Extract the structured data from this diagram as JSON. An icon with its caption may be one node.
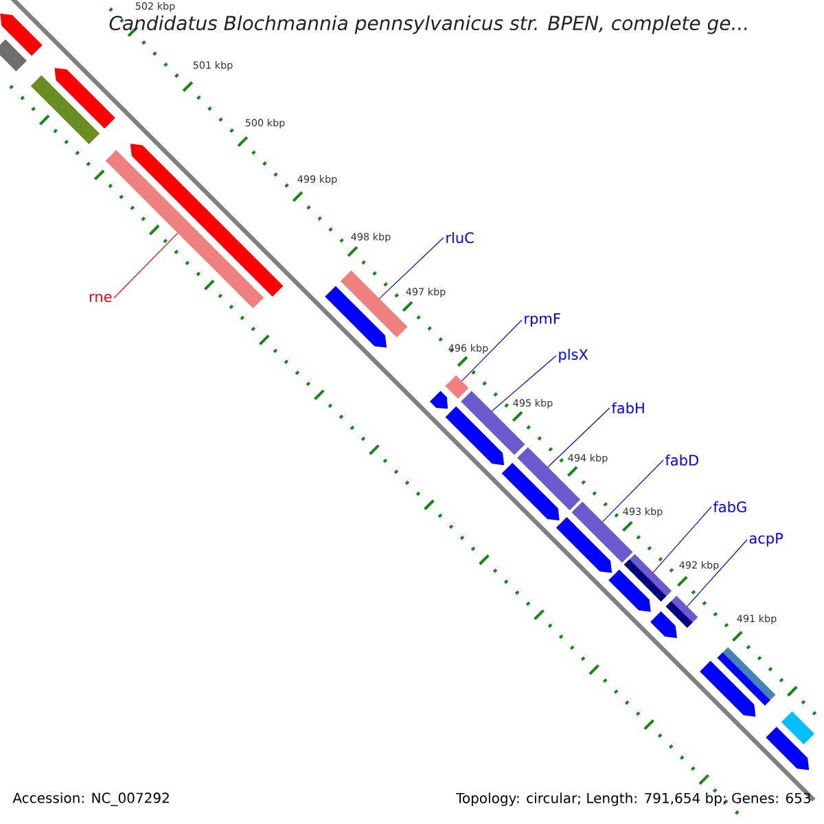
{
  "diagram": {
    "title": "Candidatus Blochmannia pennsylvanicus str. BPEN, complete ge...",
    "nodes": [
      {
        "text": [],
        "shape": "arrow"
      },
      {
        "text": [],
        "shape": "bar"
      },
      {
        "text": [],
        "shape": "bar"
      },
      {
        "text": [],
        "shape": "arrow"
      },
      {
        "text": [],
        "shape": "bar"
      },
      {
        "text": [],
        "shape": "arrow"
      },
      {
        "text": [],
        "shape": "arrow"
      },
      {
        "text": [],
        "shape": "bar"
      },
      {
        "text": [],
        "shape": "arrow"
      },
      {
        "text": [],
        "shape": "bar"
      },
      {
        "text": [],
        "shape": "arrow"
      },
      {
        "text": [],
        "shape": "bar"
      },
      {
        "text": [],
        "shape": "arrow"
      },
      {
        "text": [],
        "shape": "bar"
      },
      {
        "text": [],
        "shape": "arrow"
      },
      {
        "text": [],
        "shape": "bar"
      },
      {
        "text": [],
        "shape": "arrow"
      },
      {
        "text": [],
        "shape": "bar"
      },
      {
        "text": [],
        "shape": "arrow"
      },
      {
        "text": [],
        "shape": "bar"
      },
      {
        "text": [],
        "shape": "arrow"
      },
      {
        "text": [],
        "shape": "bar"
      },
      {
        "text": [],
        "shape": "arrow"
      },
      {
        "text": [],
        "shape": "bar"
      },
      {
        "text": [
          "rne"
        ]
      },
      {
        "text": [
          "rluC"
        ]
      },
      {
        "text": [
          "rpmF"
        ]
      },
      {
        "text": [
          "plsX"
        ]
      },
      {
        "text": [
          "fabH"
        ]
      },
      {
        "text": [
          "fabD"
        ]
      },
      {
        "text": [
          "fabG"
        ]
      },
      {
        "text": [
          "acpP"
        ]
      }
    ],
    "edges": [
      {
        "from": 24,
        "to": 4,
        "arrow": "none",
        "color": "#ff0000"
      },
      {
        "from": 25,
        "to": 7,
        "arrow": "none"
      },
      {
        "from": 26,
        "to": 9,
        "arrow": "none"
      },
      {
        "from": 27,
        "to": 11,
        "arrow": "none"
      },
      {
        "from": 28,
        "to": 13,
        "arrow": "none"
      },
      {
        "from": 29,
        "to": 15,
        "arrow": "none"
      },
      {
        "from": 30,
        "to": 17,
        "arrow": "none"
      },
      {
        "from": 31,
        "to": 19,
        "arrow": "none"
      }
    ],
    "labels": [
      "502 kbp",
      "501 kbp",
      "500 kbp",
      "499 kbp",
      "498 kbp",
      "497 kbp",
      "496 kbp",
      "495 kbp",
      "494 kbp",
      "493 kbp",
      "492 kbp",
      "491 kbp",
      "Accession: NC_007292",
      "Topology: circular; Length: 791,654 bp; Genes: 653"
    ]
  }
}
